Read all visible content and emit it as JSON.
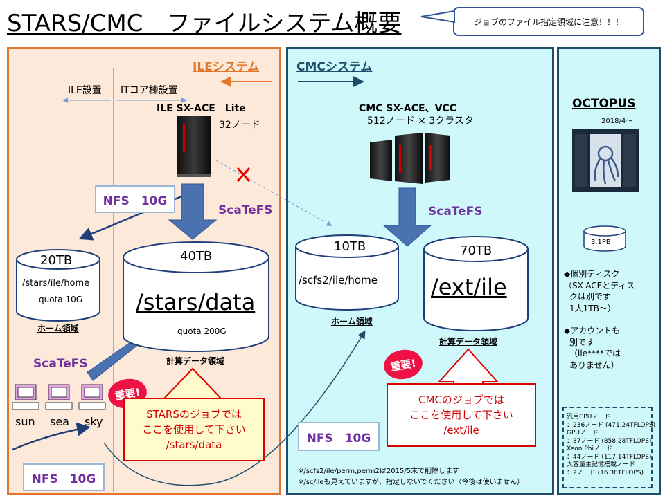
{
  "header": {
    "title": "STARS/CMC　ファイルシステム概要",
    "callout": "ジョブのファイル指定領域に注意！！！"
  },
  "ile": {
    "system_title": "ILEシステム",
    "label_ile_site": "ILE設置",
    "label_it_site": "ITコア棟設置",
    "machine_name": "ILE SX-ACE　Lite",
    "machine_nodes": "32ノード",
    "nfs_label": "NFS　10G",
    "nfs_bottom_label": "NFS　10G",
    "scatefs_top": "ScaTeFS",
    "scatefs_left": "ScaTeFS",
    "home_size": "20TB",
    "home_path": "/stars/ile/home",
    "home_quota": "quota 10G",
    "home_caption": "ホーム領域",
    "data_size": "40TB",
    "data_path": "/stars/data",
    "data_quota": "quota 200G",
    "data_caption": "計算データ領域",
    "clients": [
      "sun",
      "sea",
      "sky"
    ],
    "important_badge": "重要!",
    "note": [
      "STARSのジョブでは",
      "ここを使用して下さい",
      "/stars/data"
    ]
  },
  "cmc": {
    "system_title": "CMCシステム",
    "machine_name": "CMC SX-ACE、VCC",
    "machine_nodes": "512ノード × 3クラスタ",
    "scatefs": "ScaTeFS",
    "home_size": "10TB",
    "home_path": "/scfs2/ile/home",
    "home_caption": "ホーム領域",
    "ext_size": "70TB",
    "ext_path": "/ext/ile",
    "ext_caption": "計算データ領域",
    "important_badge": "重要!",
    "note": [
      "CMCのジョブでは",
      "ここを使用して下さい",
      "/ext/ile"
    ],
    "nfs_label": "NFS　10G",
    "footnotes": [
      "※/scfs2/ile/perm,perm2は2015/5末で削除します",
      "※/sc/ileも見えていますが、指定しないでください（今後は使いません）"
    ]
  },
  "octopus": {
    "title": "OCTOPUS",
    "date": "2018/4〜",
    "disk_size": "3.1PB",
    "notes": [
      "◆個別ディスク",
      "（SX-ACEとディス",
      "クは別です",
      "1人1TB〜）",
      "",
      "◆アカウントも",
      "別です",
      "（ile****では",
      "ありません）"
    ],
    "spec": [
      "汎用CPUノード",
      "：236ノード (471.24TFLOPS)",
      "GPUノード",
      "：37ノード (858.28TFLOPS)",
      "Xeon Phiノード",
      "：44ノード (117.14TFLOPS)",
      "大容量主記憶搭載ノード",
      "：2ノード (16.38TFLOPS)"
    ]
  },
  "colors": {
    "ile_border": "#e2772a",
    "ile_bg": "#fde9d9",
    "cmc_border": "#1f4e6b",
    "cmc_bg": "#cff8fb",
    "arrow_blue": "#4a72b0",
    "scatefs_purple": "#7030a0",
    "important_red": "#dd0000"
  }
}
